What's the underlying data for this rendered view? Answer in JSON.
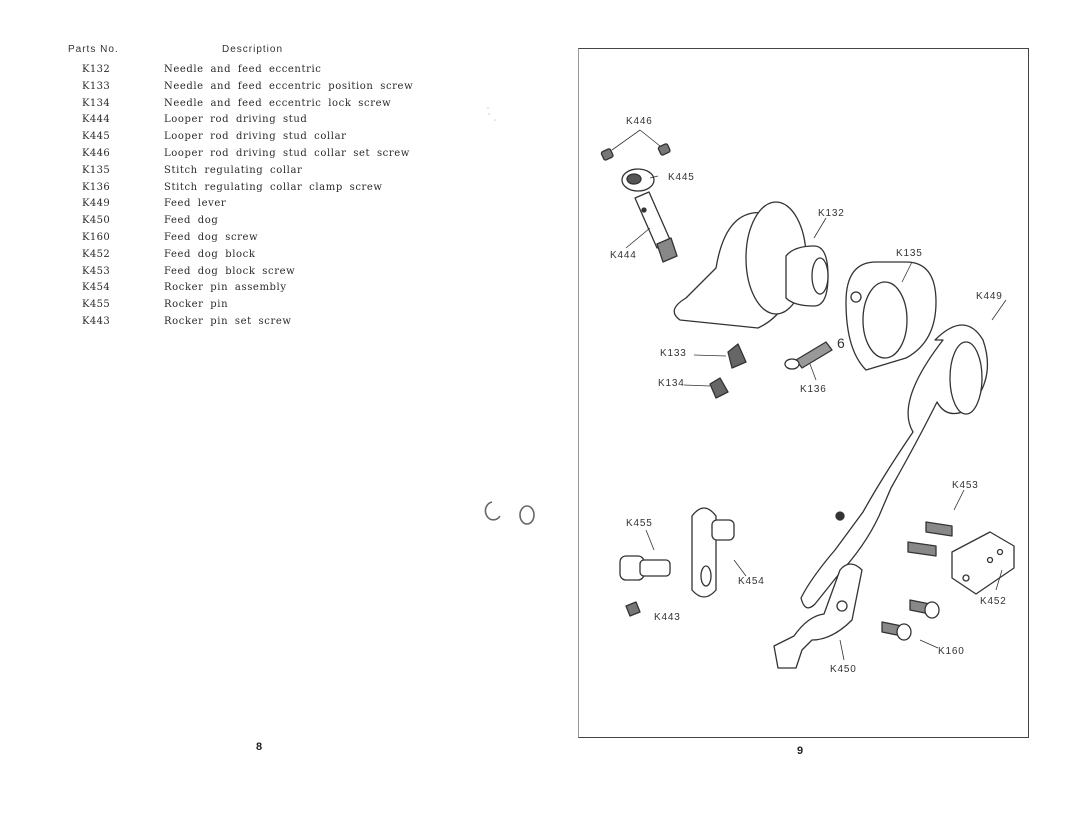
{
  "header": {
    "parts_no": "Parts No.",
    "description": "Description"
  },
  "parts": [
    {
      "no": "K132",
      "desc": "Needle and feed eccentric"
    },
    {
      "no": "K133",
      "desc": "Needle and feed eccentric position screw"
    },
    {
      "no": "K134",
      "desc": "Needle and feed eccentric lock screw"
    },
    {
      "no": "K444",
      "desc": "Looper rod driving stud"
    },
    {
      "no": "K445",
      "desc": "Looper rod driving stud collar"
    },
    {
      "no": "K446",
      "desc": "Looper rod driving stud collar set screw"
    },
    {
      "no": "K135",
      "desc": "Stitch regulating collar"
    },
    {
      "no": "K136",
      "desc": "Stitch regulating collar clamp screw"
    },
    {
      "no": "K449",
      "desc": "Feed lever"
    },
    {
      "no": "K450",
      "desc": "Feed dog"
    },
    {
      "no": "K160",
      "desc": "Feed dog screw"
    },
    {
      "no": "K452",
      "desc": "Feed dog block"
    },
    {
      "no": "K453",
      "desc": "Feed dog block screw"
    },
    {
      "no": "K454",
      "desc": "Rocker pin assembly"
    },
    {
      "no": "K455",
      "desc": "Rocker pin"
    },
    {
      "no": "K443",
      "desc": "Rocker pin set screw"
    }
  ],
  "page_numbers": {
    "left": "8",
    "right": "9"
  },
  "diagram_labels": {
    "k446": "K446",
    "k445": "K445",
    "k444": "K444",
    "k132": "K132",
    "k135": "K135",
    "k449": "K449",
    "k133": "K133",
    "k134": "K134",
    "k136": "K136",
    "k453": "K453",
    "k455": "K455",
    "k454": "K454",
    "k452": "K452",
    "k443": "K443",
    "k160": "K160",
    "k450": "K450"
  }
}
